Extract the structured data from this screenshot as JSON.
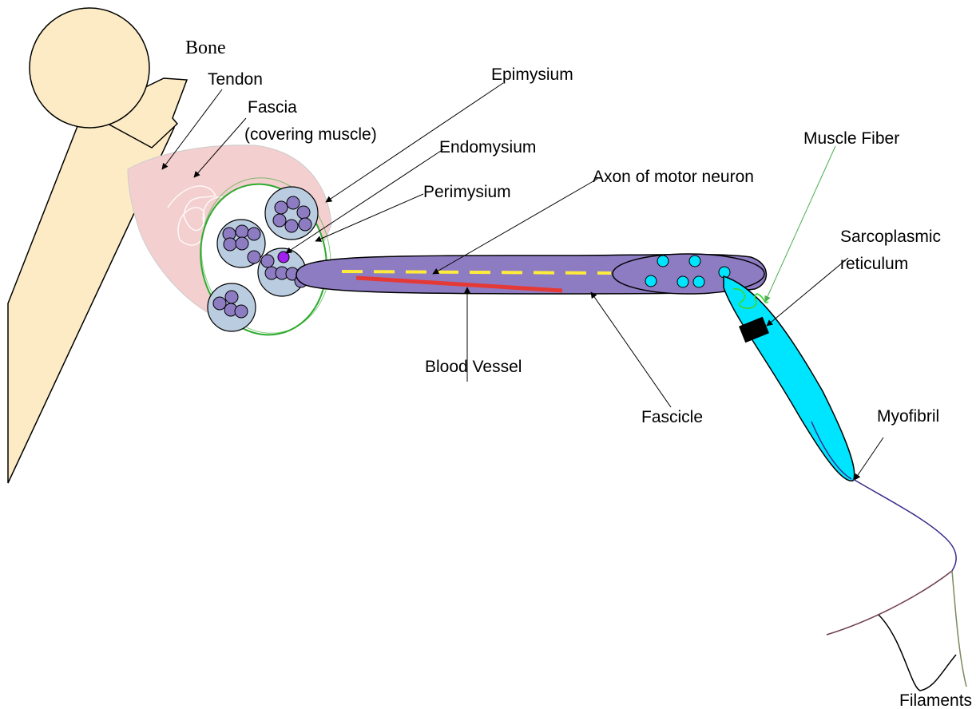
{
  "labels": {
    "bone": "Bone",
    "tendon": "Tendon",
    "fascia_line1": "Fascia",
    "fascia_line2": "(covering muscle)",
    "epimysium": "Epimysium",
    "endomysium": "Endomysium",
    "perimysium": "Perimysium",
    "axon": "Axon of motor neuron",
    "muscle_fiber": "Muscle Fiber",
    "sarcoplasmic_line1": "Sarcoplasmic",
    "sarcoplasmic_line2": "reticulum",
    "blood_vessel": "Blood Vessel",
    "fascicle": "Fascicle",
    "myofibril": "Myofibril",
    "filaments": "Filaments"
  },
  "colors": {
    "bone": "#fcebc4",
    "muscle": "#f4cfcf",
    "fascicle_fill": "#b9cce0",
    "fiber_dot": "#8e7cc3",
    "fascicle_body": "#8e7cc3",
    "axon": "#ffeb3b",
    "blood_vessel": "#e53935",
    "muscle_fiber": "#00e5ff",
    "membrane": "#2eaa2e",
    "reticulum": "#000000",
    "myofibril_line": "#3a2a8a",
    "filament_line": "#6d3b4a",
    "muscle_fiber_arrow": "#4caf50"
  }
}
